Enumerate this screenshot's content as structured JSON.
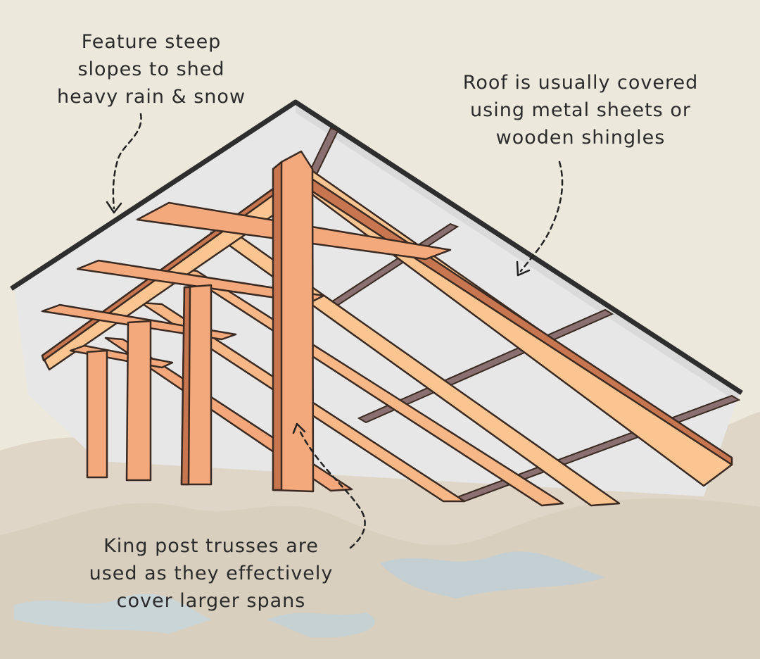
{
  "annotations": {
    "slopes": {
      "lines": [
        "Feature steep",
        "slopes to shed",
        "heavy rain & snow"
      ]
    },
    "roofing": {
      "lines": [
        "Roof is usually covered",
        "using metal sheets or",
        "wooden shingles"
      ]
    },
    "trusses": {
      "lines": [
        "King post trusses are",
        "used as they effectively",
        "cover larger spans"
      ]
    }
  },
  "colors": {
    "paper": "#ece8dc",
    "mountain": "#dcd2c2",
    "snow_shadow": "#b7ccd8",
    "roof_sheet": "#e6e6e6",
    "roof_edge": "#2e2e2e",
    "purlin": "#8a7070",
    "timber_light": "#fbc591",
    "timber": "#f4a97c",
    "timber_dark": "#c8764f",
    "outline": "#3a2a22"
  },
  "icons": {
    "arrows": [
      "dashed-arrow-icon"
    ]
  }
}
